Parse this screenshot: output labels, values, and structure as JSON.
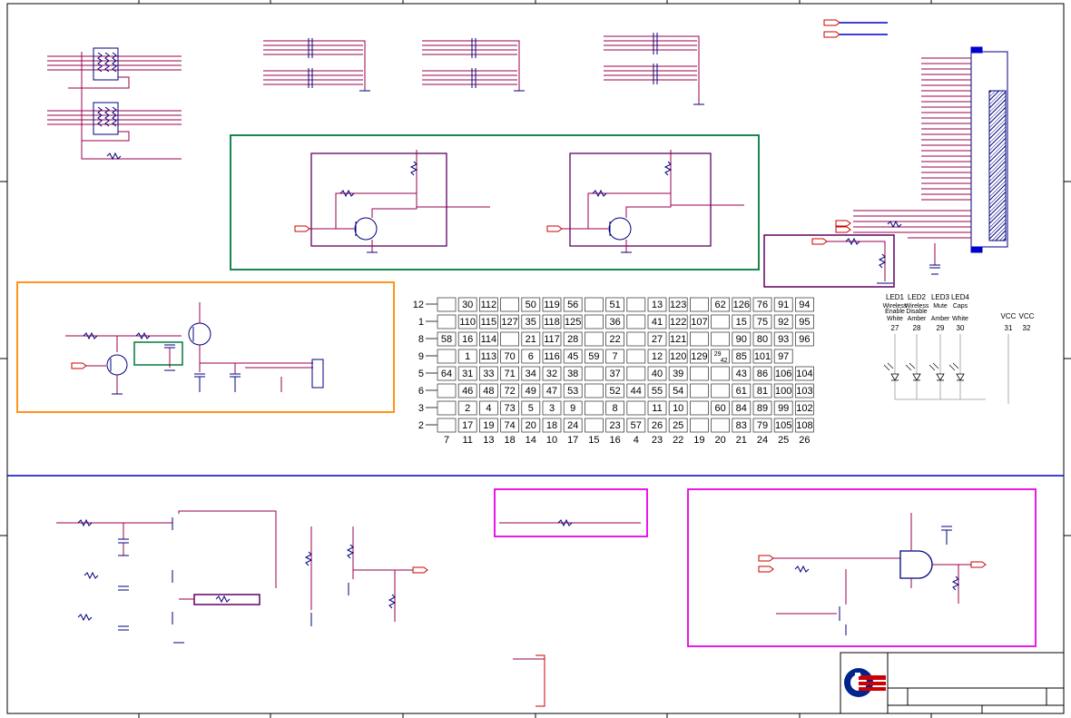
{
  "colors": {
    "frame": "#000000",
    "wire": "#99004d",
    "component": "#000080",
    "netflag": "#cc0000",
    "green_box": "#007a3d",
    "orange_box": "#ff8800",
    "magenta_box": "#e600e6",
    "purple_box": "#600060",
    "divider": "#0000cc"
  },
  "keyboard_matrix": {
    "row_labels": [
      "12",
      "1",
      "8",
      "9",
      "5",
      "6",
      "3",
      "2"
    ],
    "column_labels": [
      "7",
      "11",
      "13",
      "18",
      "14",
      "10",
      "17",
      "15",
      "16",
      "4",
      "23",
      "22",
      "19",
      "20",
      "21",
      "24",
      "25",
      "26"
    ],
    "rows": [
      [
        "",
        "30",
        "112",
        "",
        "50",
        "119",
        "56",
        "",
        "51",
        "",
        "13",
        "123",
        "",
        "62",
        "126",
        "76",
        "91",
        "94"
      ],
      [
        "",
        "110",
        "115",
        "127",
        "35",
        "118",
        "125",
        "",
        "36",
        "",
        "41",
        "122",
        "107",
        "",
        "15",
        "75",
        "92",
        "95"
      ],
      [
        "58",
        "16",
        "114",
        "",
        "21",
        "117",
        "28",
        "",
        "22",
        "",
        "27",
        "121",
        "",
        "",
        "90",
        "80",
        "93",
        "96"
      ],
      [
        "",
        "1",
        "113",
        "70",
        "6",
        "116",
        "45",
        "59",
        "7",
        "",
        "12",
        "120",
        "129",
        "29 42",
        "85",
        "101",
        "97"
      ],
      [
        "64",
        "31",
        "33",
        "71",
        "34",
        "32",
        "38",
        "",
        "37",
        "",
        "40",
        "39",
        "",
        "",
        "43",
        "86",
        "106",
        "104"
      ],
      [
        "",
        "46",
        "48",
        "72",
        "49",
        "47",
        "53",
        "",
        "52",
        "44",
        "55",
        "54",
        "",
        "",
        "61",
        "81",
        "100",
        "103"
      ],
      [
        "",
        "2",
        "4",
        "73",
        "5",
        "3",
        "9",
        "",
        "8",
        "",
        "11",
        "10",
        "",
        "60",
        "84",
        "89",
        "99",
        "102"
      ],
      [
        "",
        "17",
        "19",
        "74",
        "20",
        "18",
        "24",
        "",
        "23",
        "57",
        "26",
        "25",
        "",
        "",
        "83",
        "79",
        "105",
        "108"
      ]
    ]
  },
  "leds": [
    {
      "ref": "LED1",
      "desc1": "Wireless",
      "desc2": "Enable",
      "color": "White",
      "pin": "27"
    },
    {
      "ref": "LED2",
      "desc1": "Wireless",
      "desc2": "Disable",
      "color": "Amber",
      "pin": "28"
    },
    {
      "ref": "LED3",
      "desc1": "Mute",
      "desc2": "",
      "color": "Amber",
      "pin": "29"
    },
    {
      "ref": "LED4",
      "desc1": "Caps",
      "desc2": "",
      "color": "White",
      "pin": "30"
    }
  ],
  "vcc_pins": [
    {
      "label": "VCC",
      "pin": "31"
    },
    {
      "label": "VCC",
      "pin": "32"
    }
  ],
  "title_block": {
    "logo_icon": "quanta-logo"
  }
}
